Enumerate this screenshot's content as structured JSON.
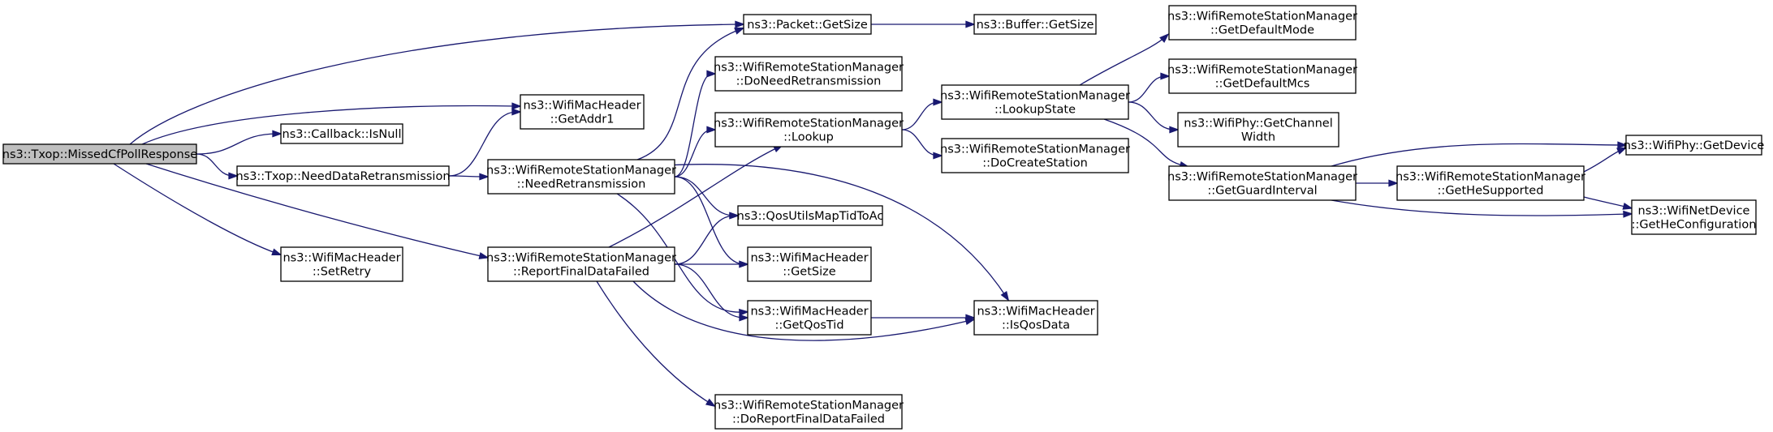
{
  "colors": {
    "edge": "#191970",
    "node_fill": "#ffffff",
    "root_fill": "#bfbfbf",
    "node_border": "#000000",
    "text": "#000000"
  },
  "nodes": [
    {
      "id": "missed",
      "lines": [
        "ns3::Txop::MissedCfPollResponse"
      ],
      "root": true
    },
    {
      "id": "pkt_getsize",
      "lines": [
        "ns3::Packet::GetSize"
      ]
    },
    {
      "id": "buf_getsize",
      "lines": [
        "ns3::Buffer::GetSize"
      ]
    },
    {
      "id": "getaddr1",
      "lines": [
        "ns3::WifiMacHeader",
        "::GetAddr1"
      ]
    },
    {
      "id": "isnull",
      "lines": [
        "ns3::Callback::IsNull"
      ]
    },
    {
      "id": "needdata",
      "lines": [
        "ns3::Txop::NeedDataRetransmission"
      ]
    },
    {
      "id": "setretry",
      "lines": [
        "ns3::WifiMacHeader",
        "::SetRetry"
      ]
    },
    {
      "id": "doneedretrans",
      "lines": [
        "ns3::WifiRemoteStationManager",
        "::DoNeedRetransmission"
      ]
    },
    {
      "id": "lookup",
      "lines": [
        "ns3::WifiRemoteStationManager",
        "::Lookup"
      ]
    },
    {
      "id": "needretrans",
      "lines": [
        "ns3::WifiRemoteStationManager",
        "::NeedRetransmission"
      ]
    },
    {
      "id": "qosutils",
      "lines": [
        "ns3::QosUtilsMapTidToAc"
      ]
    },
    {
      "id": "reportfinal",
      "lines": [
        "ns3::WifiRemoteStationManager",
        "::ReportFinalDataFailed"
      ]
    },
    {
      "id": "hdr_getsize",
      "lines": [
        "ns3::WifiMacHeader",
        "::GetSize"
      ]
    },
    {
      "id": "getqostid",
      "lines": [
        "ns3::WifiMacHeader",
        "::GetQosTid"
      ]
    },
    {
      "id": "doreportfinal",
      "lines": [
        "ns3::WifiRemoteStationManager",
        "::DoReportFinalDataFailed"
      ]
    },
    {
      "id": "isqosdata",
      "lines": [
        "ns3::WifiMacHeader",
        "::IsQosData"
      ]
    },
    {
      "id": "lookupstate",
      "lines": [
        "ns3::WifiRemoteStationManager",
        "::LookupState"
      ]
    },
    {
      "id": "docreatestation",
      "lines": [
        "ns3::WifiRemoteStationManager",
        "::DoCreateStation"
      ]
    },
    {
      "id": "getdefaultmode",
      "lines": [
        "ns3::WifiRemoteStationManager",
        "::GetDefaultMode"
      ]
    },
    {
      "id": "getdefaultmcs",
      "lines": [
        "ns3::WifiRemoteStationManager",
        "::GetDefaultMcs"
      ]
    },
    {
      "id": "getchannelwidth",
      "lines": [
        "ns3::WifiPhy::GetChannel",
        "Width"
      ]
    },
    {
      "id": "getguardinterval",
      "lines": [
        "ns3::WifiRemoteStationManager",
        "::GetGuardInterval"
      ]
    },
    {
      "id": "gethesupported",
      "lines": [
        "ns3::WifiRemoteStationManager",
        "::GetHeSupported"
      ]
    },
    {
      "id": "getdevice",
      "lines": [
        "ns3::WifiPhy::GetDevice"
      ]
    },
    {
      "id": "gethecfg",
      "lines": [
        "ns3::WifiNetDevice",
        "::GetHeConfiguration"
      ]
    }
  ],
  "edges": [
    [
      "missed",
      "pkt_getsize"
    ],
    [
      "missed",
      "getaddr1"
    ],
    [
      "missed",
      "isnull"
    ],
    [
      "missed",
      "needdata"
    ],
    [
      "missed",
      "setretry"
    ],
    [
      "missed",
      "reportfinal"
    ],
    [
      "pkt_getsize",
      "buf_getsize"
    ],
    [
      "needdata",
      "getaddr1"
    ],
    [
      "needdata",
      "needretrans"
    ],
    [
      "needretrans",
      "pkt_getsize"
    ],
    [
      "needretrans",
      "doneedretrans"
    ],
    [
      "needretrans",
      "lookup"
    ],
    [
      "needretrans",
      "qosutils"
    ],
    [
      "needretrans",
      "hdr_getsize"
    ],
    [
      "needretrans",
      "getqostid"
    ],
    [
      "needretrans",
      "isqosdata"
    ],
    [
      "reportfinal",
      "lookup"
    ],
    [
      "reportfinal",
      "qosutils"
    ],
    [
      "reportfinal",
      "hdr_getsize"
    ],
    [
      "reportfinal",
      "getqostid"
    ],
    [
      "reportfinal",
      "isqosdata"
    ],
    [
      "reportfinal",
      "doreportfinal"
    ],
    [
      "getqostid",
      "isqosdata"
    ],
    [
      "lookup",
      "lookupstate"
    ],
    [
      "lookup",
      "docreatestation"
    ],
    [
      "lookupstate",
      "getdefaultmode"
    ],
    [
      "lookupstate",
      "getdefaultmcs"
    ],
    [
      "lookupstate",
      "getchannelwidth"
    ],
    [
      "lookupstate",
      "getguardinterval"
    ],
    [
      "getguardinterval",
      "getdevice"
    ],
    [
      "getguardinterval",
      "gethesupported"
    ],
    [
      "getguardinterval",
      "gethecfg"
    ],
    [
      "gethesupported",
      "getdevice"
    ],
    [
      "gethesupported",
      "gethecfg"
    ]
  ]
}
